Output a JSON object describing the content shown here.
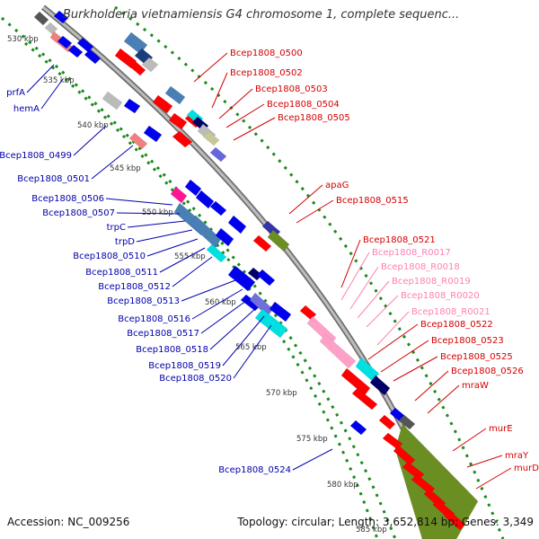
{
  "header": {
    "title": "Burkholderia vietnamiensis G4 chromosome 1, complete sequenc..."
  },
  "footer": {
    "accession": "Accession: NC_009256",
    "summary": "Topology: circular; Length: 3,652,814 bp; Genes: 3,349"
  },
  "colors": {
    "backbone": "#888888",
    "tick_marks": "#1a8a1a",
    "forward_label": "#d40000",
    "reverse_label": "#0000aa",
    "rna_label": "#ff7fb2",
    "cds_red": "#ff0000",
    "cds_blue": "#0000ee",
    "rna_pink": "#ffa0c8",
    "gene_olive": "#6b8e23",
    "gene_cyan": "#00e0e0",
    "gene_steel": "#4a7fb5",
    "gene_gray": "#bbbbbb",
    "gene_navy": "#000066",
    "gene_salmon": "#f08080",
    "gene_magenta": "#ff1493"
  },
  "ruler": {
    "labels": [
      "530 kbp",
      "535 kbp",
      "540 kbp",
      "545 kbp",
      "550 kbp",
      "555 kbp",
      "560 kbp",
      "565 kbp",
      "570 kbp",
      "575 kbp",
      "580 kbp",
      "585 kbp"
    ]
  },
  "gene_labels": {
    "forward": [
      "Bcep1808_0500",
      "Bcep1808_0502",
      "Bcep1808_0503",
      "Bcep1808_0504",
      "Bcep1808_0505",
      "apaG",
      "Bcep1808_0515",
      "Bcep1808_0521",
      "Bcep1808_0522",
      "Bcep1808_0523",
      "Bcep1808_0525",
      "Bcep1808_0526",
      "mraW",
      "murE",
      "mraY",
      "murD"
    ],
    "rna": [
      "Bcep1808_R0017",
      "Bcep1808_R0018",
      "Bcep1808_R0019",
      "Bcep1808_R0020",
      "Bcep1808_R0021"
    ],
    "reverse": [
      "prfA",
      "hemA",
      "Bcep1808_0499",
      "Bcep1808_0501",
      "Bcep1808_0506",
      "Bcep1808_0507",
      "trpC",
      "trpD",
      "Bcep1808_0510",
      "Bcep1808_0511",
      "Bcep1808_0512",
      "Bcep1808_0513",
      "Bcep1808_0516",
      "Bcep1808_0517",
      "Bcep1808_0518",
      "Bcep1808_0519",
      "Bcep1808_0520",
      "Bcep1808_0524"
    ]
  }
}
